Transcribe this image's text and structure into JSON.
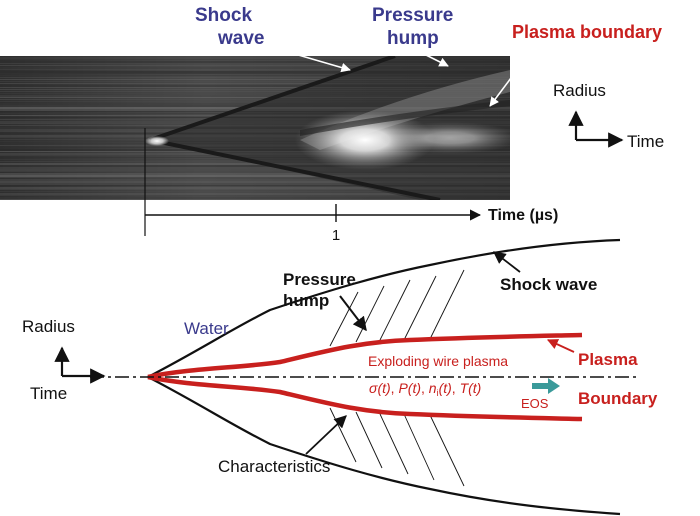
{
  "streak_image": {
    "labels": {
      "shock_wave": [
        "Shock",
        "wave"
      ],
      "pressure_hump": [
        "Pressure",
        "hump"
      ],
      "plasma_boundary": "Plasma boundary"
    },
    "axes_icon": {
      "vertical": "Radius",
      "horizontal": "Time"
    },
    "time_axis": {
      "label": "Time (µs)",
      "tick_label": "1"
    }
  },
  "schematic": {
    "axes_icon": {
      "vertical": "Radius",
      "horizontal": "Time"
    },
    "labels": {
      "water": "Water",
      "pressure_hump": [
        "Pressure",
        "hump"
      ],
      "shock_wave": "Shock wave",
      "exploding_wire_plasma": "Exploding wire plasma",
      "plasma": "Plasma",
      "boundary": "Boundary",
      "eos": "EOS",
      "characteristics": "Characteristics"
    },
    "state_variables": {
      "sigma": "σ(t)",
      "pressure": "P(t)",
      "density_n": "n",
      "density_sub": "i",
      "density_t": "(t)",
      "temperature": "T(t)",
      "separator": ", "
    }
  },
  "colors": {
    "label_blue": "#3a3a8c",
    "plasma_red": "#c8201e",
    "eos_arrow": "#3a9a9a",
    "text_black": "#111111"
  }
}
